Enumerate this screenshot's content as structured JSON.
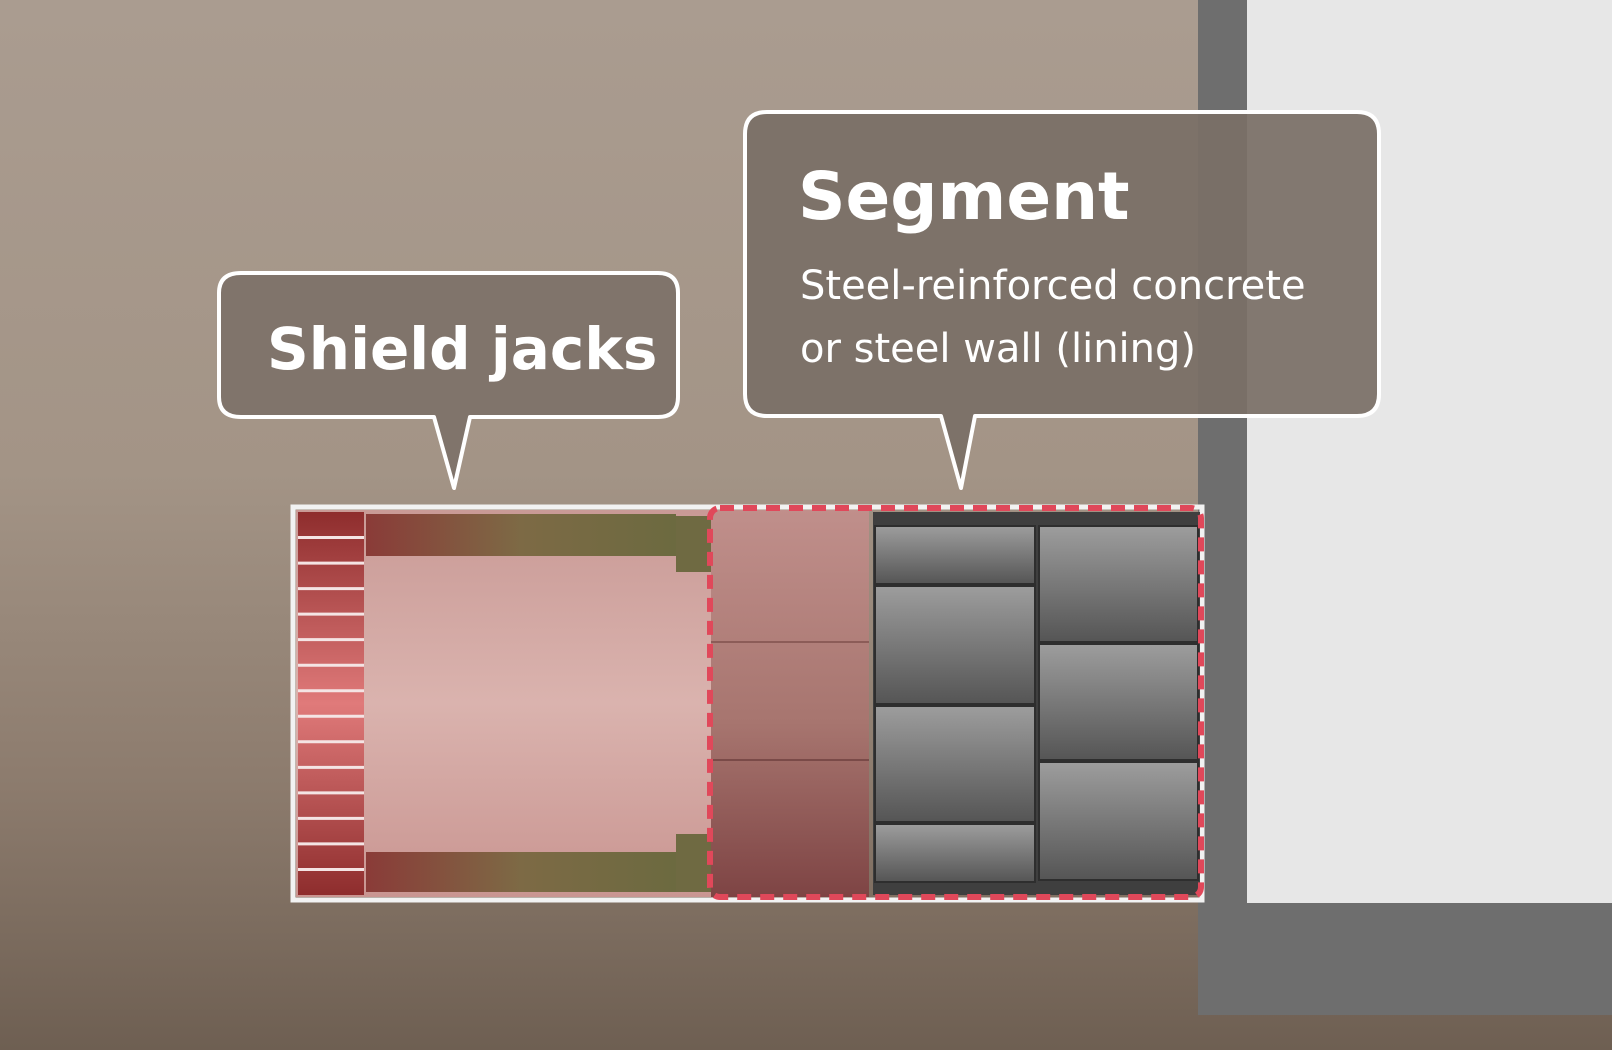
{
  "callouts": {
    "shield_jacks": {
      "title": "Shield jacks"
    },
    "segment": {
      "title": "Segment",
      "description_line_1": "Steel-reinforced concrete",
      "description_line_2": "or steel wall (lining)"
    }
  },
  "colors": {
    "soil_top": "#a79a8d",
    "soil_bottom": "#7a6a5c",
    "shaft_wall": "#6f6f6f",
    "shaft_interior": "#e6e6e6",
    "shield_pink": "#d9aaa6",
    "jack_red": "#9a3a3a",
    "dashed_highlight": "#e0485a",
    "segment_gray": "#5a5a5a",
    "callout_fill": "#7e7268",
    "callout_border": "#ffffff"
  },
  "icons": {
    "shield_jacks_pointer": "callout-pointer-icon",
    "segment_pointer": "callout-pointer-icon"
  }
}
